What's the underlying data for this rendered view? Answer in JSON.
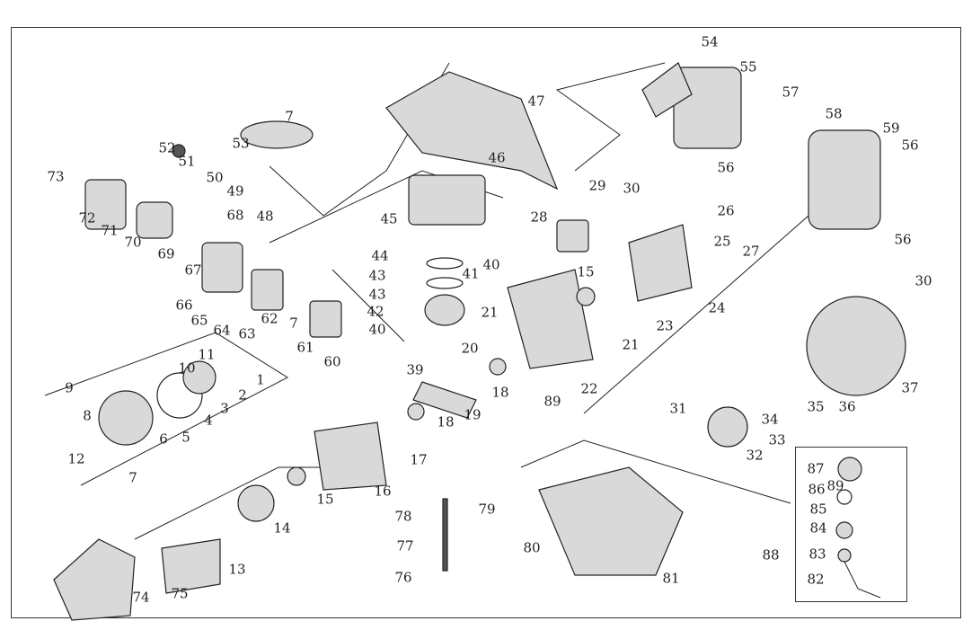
{
  "diagram": {
    "type": "exploded parts diagram",
    "part_labels": [
      "54",
      "55",
      "57",
      "58",
      "59",
      "56",
      "56",
      "56",
      "47",
      "7",
      "46",
      "53",
      "52",
      "51",
      "50",
      "49",
      "48",
      "73",
      "72",
      "71",
      "68",
      "70",
      "69",
      "67",
      "66",
      "65",
      "64",
      "63",
      "62",
      "7",
      "61",
      "60",
      "45",
      "44",
      "43",
      "43",
      "42",
      "40",
      "41",
      "40",
      "29",
      "30",
      "28",
      "15",
      "23",
      "24",
      "26",
      "25",
      "27",
      "30",
      "21",
      "21",
      "20",
      "39",
      "18",
      "22",
      "89",
      "19",
      "18",
      "17",
      "16",
      "15",
      "14",
      "13",
      "75",
      "74",
      "37",
      "36",
      "35",
      "34",
      "31",
      "32",
      "33",
      "11",
      "10",
      "9",
      "8",
      "1",
      "2",
      "3",
      "4",
      "5",
      "6",
      "12",
      "7",
      "89",
      "79",
      "78",
      "77",
      "76",
      "80",
      "81",
      "87",
      "86",
      "85",
      "84",
      "83",
      "82",
      "88"
    ],
    "colors": {
      "line": "#222222",
      "part_fill": "#d9d9d9",
      "part_dark": "#555555"
    }
  }
}
